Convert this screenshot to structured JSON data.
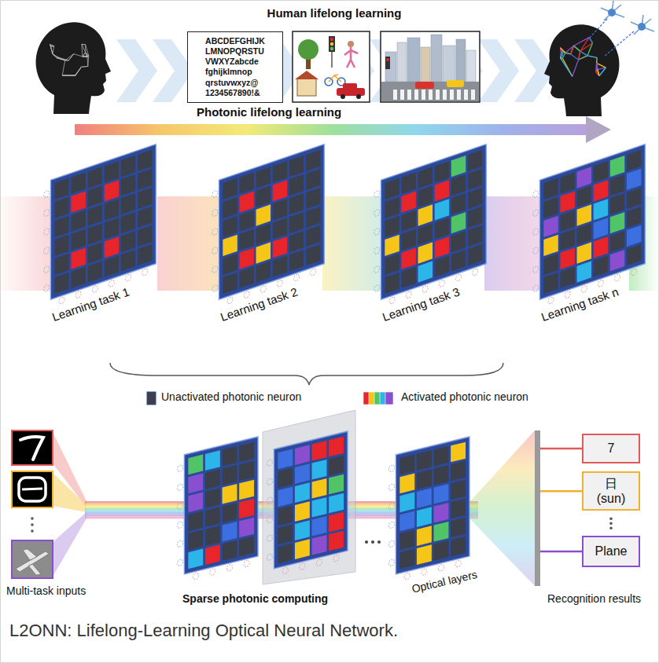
{
  "diagram": {
    "caption": "L2ONN: Lifelong-Learning Optical Neural Network.",
    "nodes": [
      {
        "text": [
          "ABCDEFGHIJK LMNOPQRSTU VWXYZabcde fghijklmnop qrstuvwxyz@ 1234567890!&"
        ]
      },
      {
        "text": [
          "7"
        ]
      },
      {
        "text": [
          "日 (sun)"
        ]
      },
      {
        "text": [
          "Plane"
        ]
      }
    ],
    "labels": [
      "Human lifelong learning",
      "Photonic lifelong learning",
      "Learning task 1",
      "Learning task 2",
      "Learning task 3",
      "Learning task n",
      "Multi-task inputs",
      "Sparse photonic computing",
      "Optical layers",
      "Recognition results"
    ],
    "legend": [
      {
        "text": "Unactivated photonic neuron",
        "color": "#3b3f4a"
      },
      {
        "text": "Activated photonic neuron"
      }
    ]
  }
}
